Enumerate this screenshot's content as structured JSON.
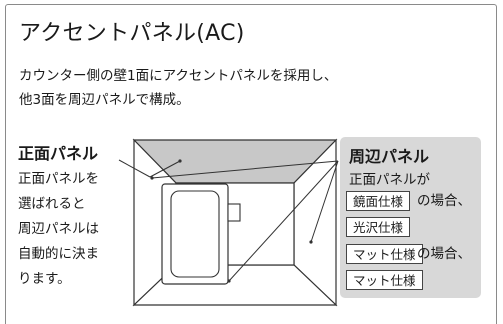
{
  "title": "アクセントパネル(AC)",
  "description": {
    "line1": "カウンター側の壁1面にアクセントパネルを採用し、",
    "line2": "他3面を周辺パネルで構成。"
  },
  "front_panel": {
    "heading": "正面パネル",
    "lines": [
      "正面パネルを",
      "選ばれると",
      "周辺パネルは",
      "自動的に決ま",
      "ります。"
    ]
  },
  "side_panel": {
    "heading": "周辺パネル",
    "subheading": "正面パネルが",
    "mirror_tag": "鏡面仕様",
    "mirror_case": "の場合、",
    "gloss_tag": "光沢仕様",
    "matte_tag": "マット仕様",
    "matte_case": "の場合、",
    "matte_result_tag": "マット仕様"
  },
  "colors": {
    "ceiling_gray": "#c8c8c8",
    "box_gray": "#d8d8d8",
    "outline": "#333333"
  }
}
